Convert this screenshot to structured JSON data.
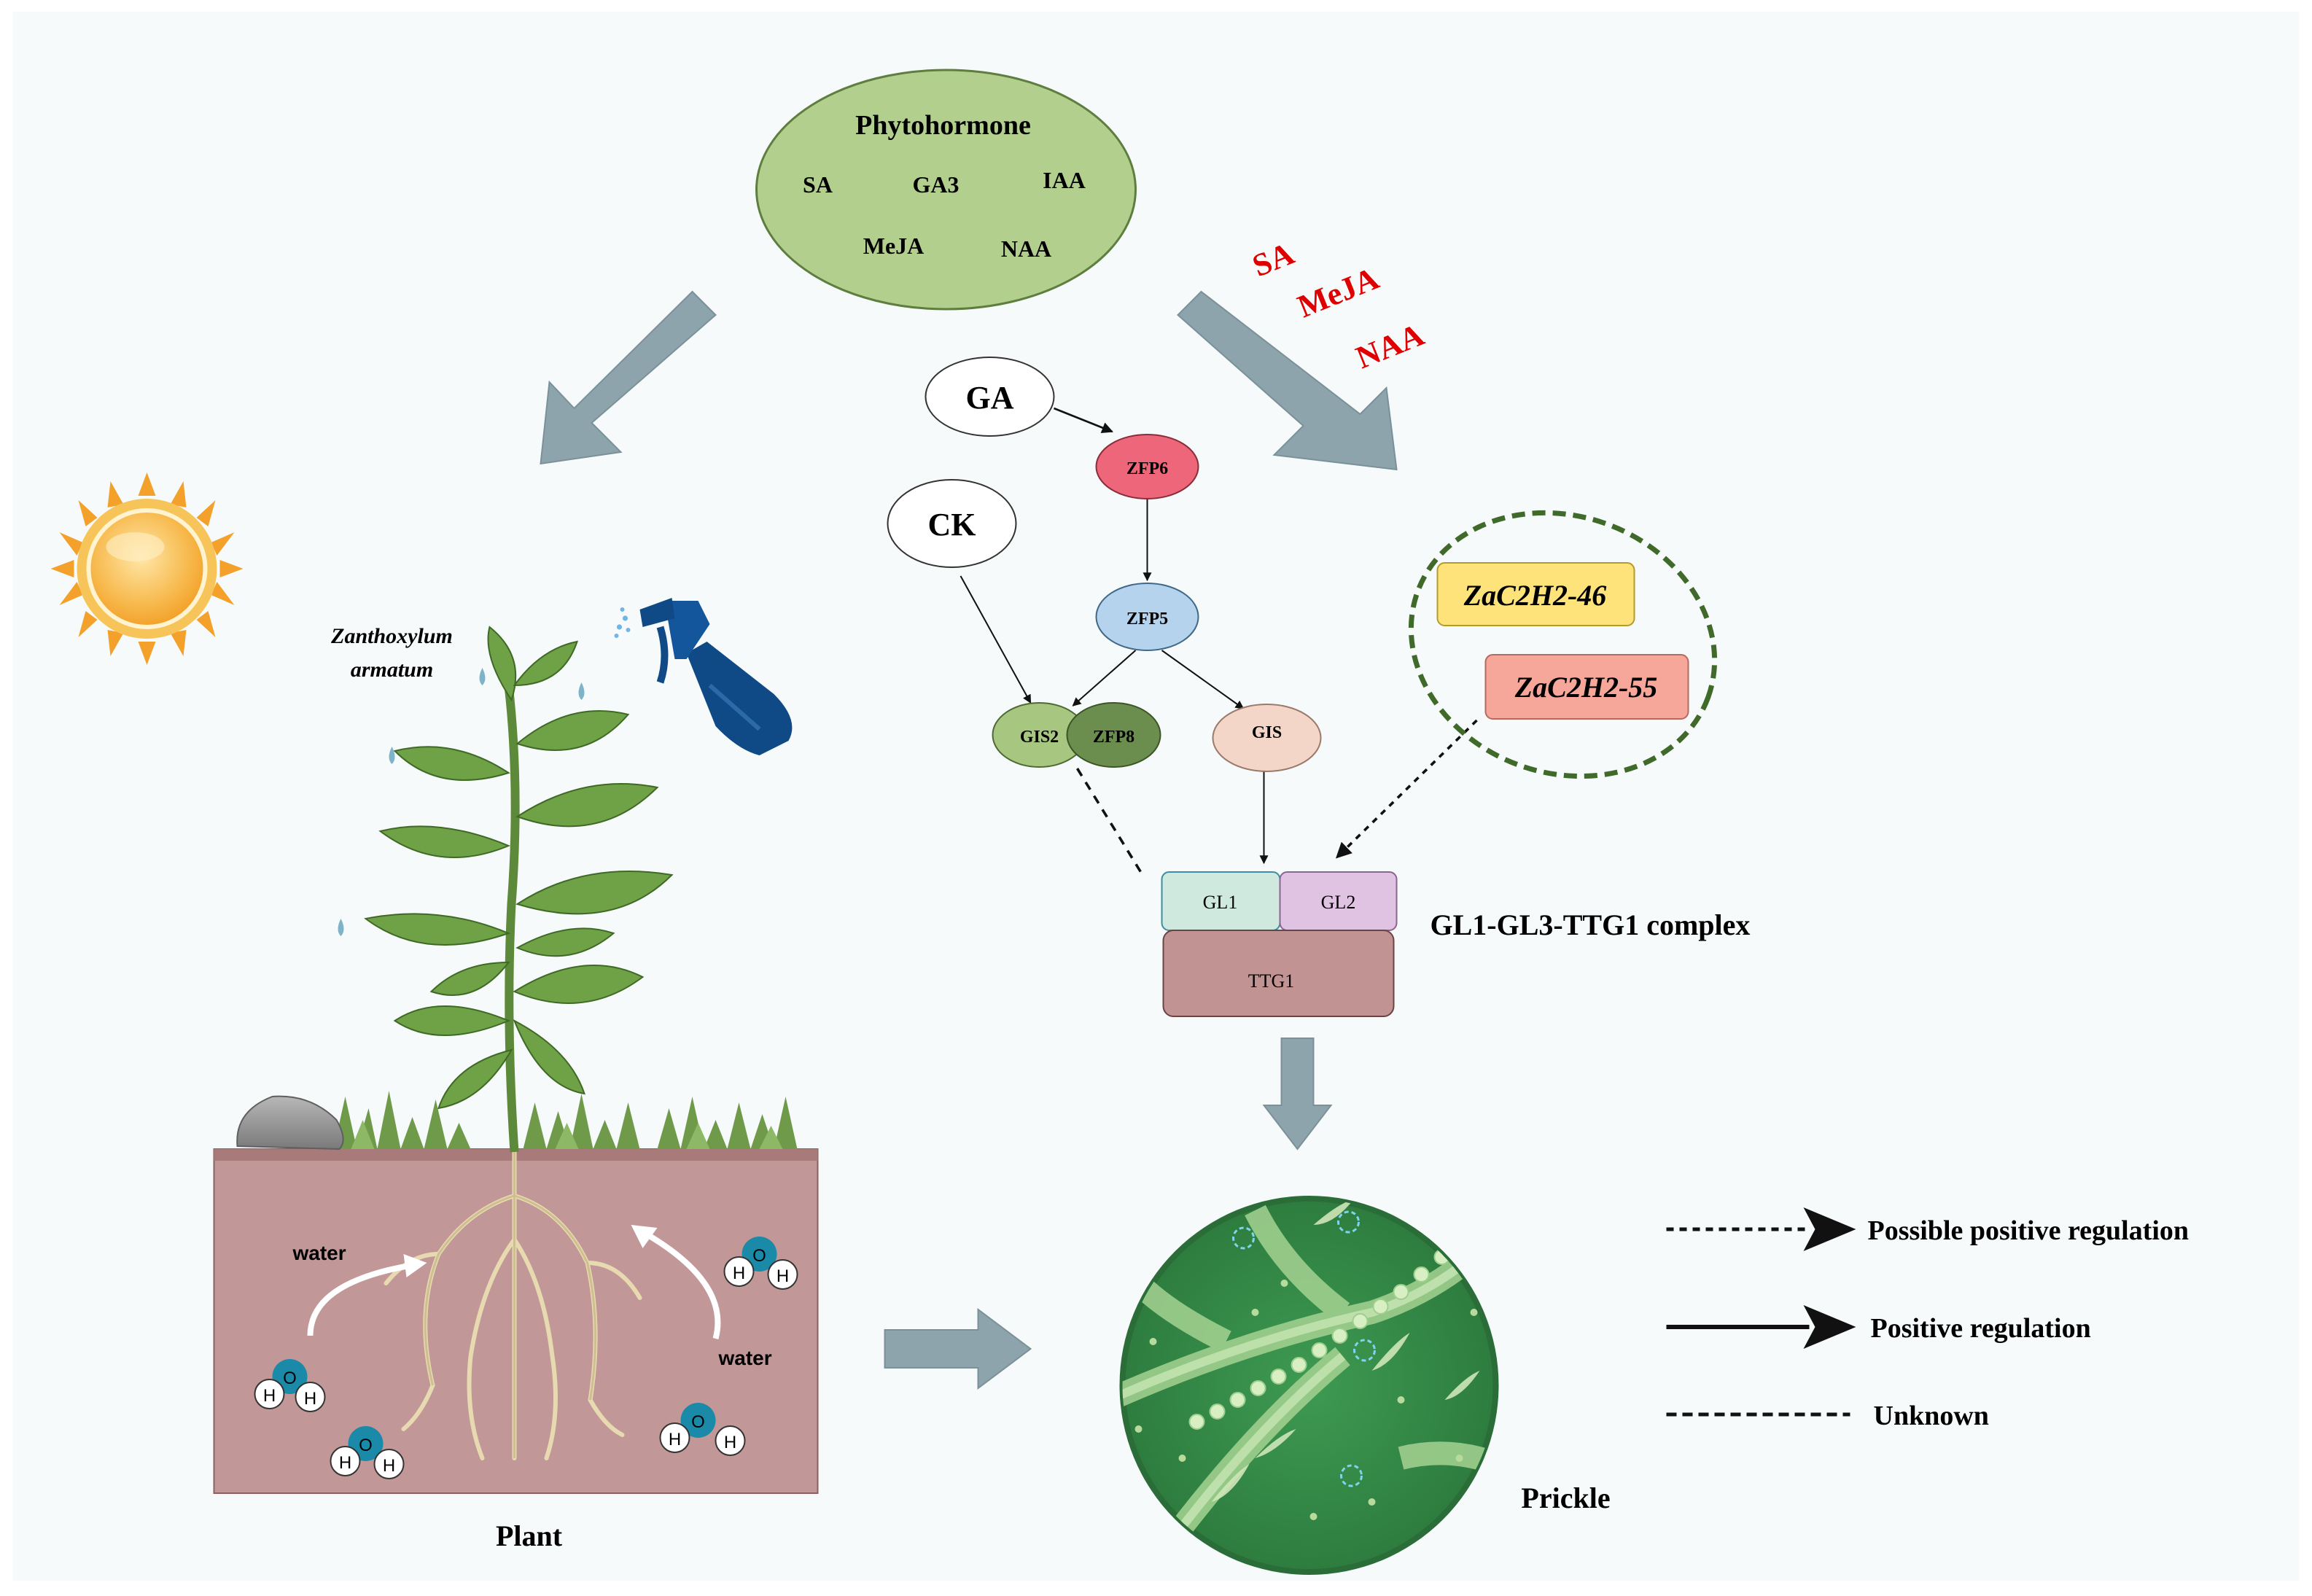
{
  "phytohormone": {
    "title": "Phytohormone",
    "items": [
      "SA",
      "GA3",
      "IAA",
      "MeJA",
      "NAA"
    ]
  },
  "red_labels": [
    "SA",
    "MeJA",
    "NAA"
  ],
  "nodes": {
    "ga": "GA",
    "ck": "CK",
    "zfp6": "ZFP6",
    "zfp5": "ZFP5",
    "gis2": "GIS2",
    "zfp8": "ZFP8",
    "gis": "GIS",
    "gl1": "GL1",
    "gl2": "GL2",
    "ttg1": "TTG1"
  },
  "complex_label": "GL1-GL3-TTG1 complex",
  "genes": [
    "ZaC2H2-46",
    "ZaC2H2-55"
  ],
  "plant": {
    "species_line1": "Zanthoxylum",
    "species_line2": "armatum",
    "caption": "Plant",
    "water_label": "water",
    "molecule_o": "O",
    "molecule_h": "H"
  },
  "prickle_label": "Prickle",
  "legend": [
    {
      "label": "Possible positive regulation",
      "style": "dashed-arrow"
    },
    {
      "label": "Positive regulation",
      "style": "solid-arrow"
    },
    {
      "label": "Unknown",
      "style": "dashed"
    }
  ],
  "colors": {
    "phyto_ellipse": "#b3cf8e",
    "zfp6": "#ee6679",
    "zfp5": "#b6d3ee",
    "gis2": "#a7c680",
    "zfp8": "#6b8e4e",
    "gis": "#f4d6c8",
    "gl1": "#cfe9df",
    "gl2": "#e0c3e2",
    "ttg1": "#c29393",
    "gene1": "#fde37a",
    "gene2": "#f7a79a",
    "soil": "#c29798",
    "big_arrow": "#8ea4ac",
    "red_text": "#e00000",
    "dashed_outline": "#3f6a2a"
  }
}
